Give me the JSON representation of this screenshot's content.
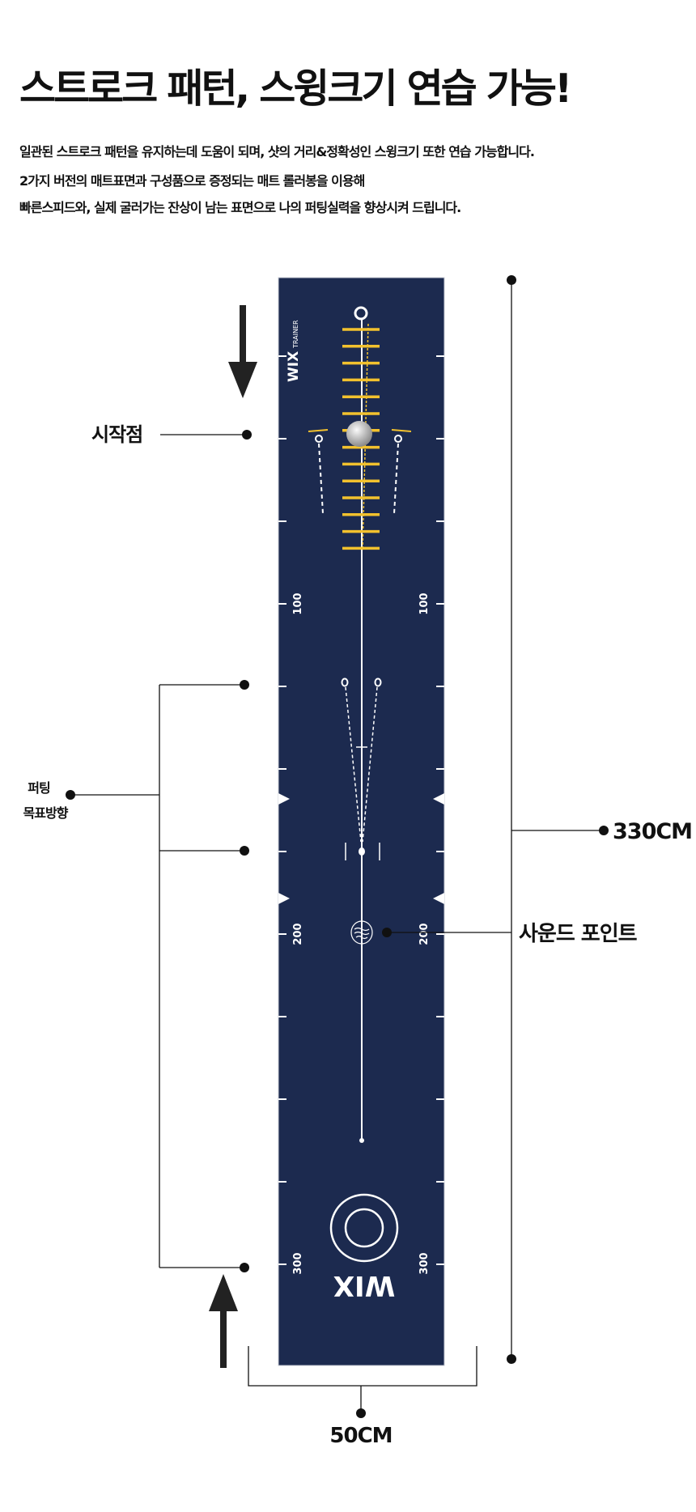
{
  "header": {
    "title": "스트로크 패턴, 스윙크기 연습 가능!",
    "lines": [
      "일관된 스트로크 패턴을 유지하는데 도움이 되며,  샷의 거리&정확성인 스윙크기 또한 연습 가능합니다.",
      "2가지 버전의 매트표면과 구성품으로 증정되는 매트 롤러봉을 이용해",
      "빠른스피드와, 실제 굴러가는 잔상이 남는 표면으로 나의 퍼팅실력을 향상시켜 드립니다."
    ]
  },
  "annotations": {
    "start_point": "시작점",
    "target_line1": "퍼팅",
    "target_line2": "목표방향",
    "length": "330CM",
    "sound_point": "사운드 포인트",
    "width": "50CM"
  },
  "mat": {
    "brand_top": "WIX",
    "brand_top_sub": "TRAINER",
    "brand_bottom": "WIX",
    "distance_marks": [
      "100",
      "200",
      "300"
    ],
    "stroke_bar_count": 14,
    "colors": {
      "mat": "#1c2a4f",
      "bars": "#f2c12e",
      "lines": "#ffffff"
    }
  }
}
